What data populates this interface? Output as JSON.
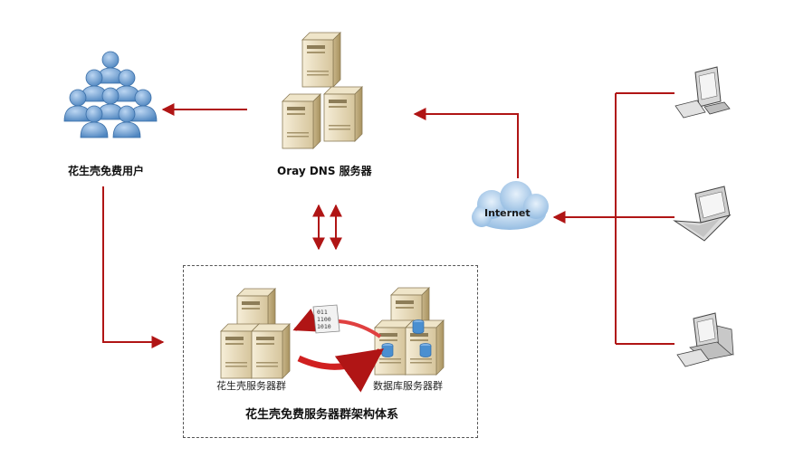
{
  "labels": {
    "users": "花生壳免费用户",
    "dns": "Oray DNS 服务器",
    "internet": "Internet",
    "hsk_servers": "花生壳服务器群",
    "db_servers": "数据库服务器群",
    "cluster_title": "花生壳免费服务器群架构体系",
    "binary": [
      "011",
      "1100",
      "1010"
    ]
  },
  "colors": {
    "arrow": "#b01515",
    "server_light": "#efe4c6",
    "server_mid": "#d9c9a2",
    "server_dark": "#bba77a",
    "user_blue": "#6f9fd0",
    "cloud": "#a9c8e8",
    "db_blue": "#4a8fd0"
  },
  "icons": [
    "user-group-icon",
    "server-stack-icon",
    "cloud-icon",
    "desktop-icon",
    "laptop-icon",
    "workstation-icon",
    "database-icon",
    "sync-arrow-icon",
    "binary-file-icon"
  ]
}
